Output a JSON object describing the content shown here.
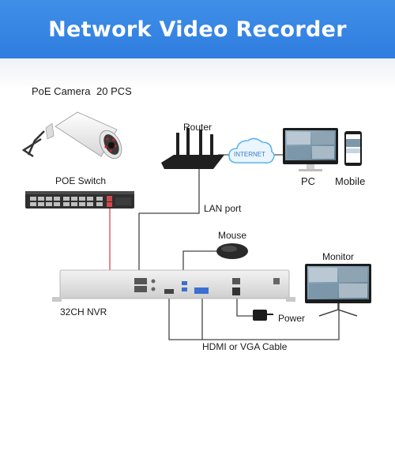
{
  "title": "Network Video Recorder",
  "labels": {
    "camera": "PoE Camera",
    "camera_qty": "20 PCS",
    "switch": "POE Switch",
    "router": "Router",
    "internet": "INTERNET",
    "pc": "PC",
    "mobile": "Mobile",
    "lan_port": "LAN port",
    "mouse": "Mouse",
    "monitor": "Monitor",
    "nvr": "32CH NVR",
    "power": "Power",
    "hdmi_vga": "HDMI or VGA Cable"
  },
  "colors": {
    "banner": "#3585e4",
    "cable_red": "#e06a6a",
    "cable_gray": "#444444",
    "cloud": "#5fb4ee",
    "device_dark": "#2b2b2b"
  }
}
